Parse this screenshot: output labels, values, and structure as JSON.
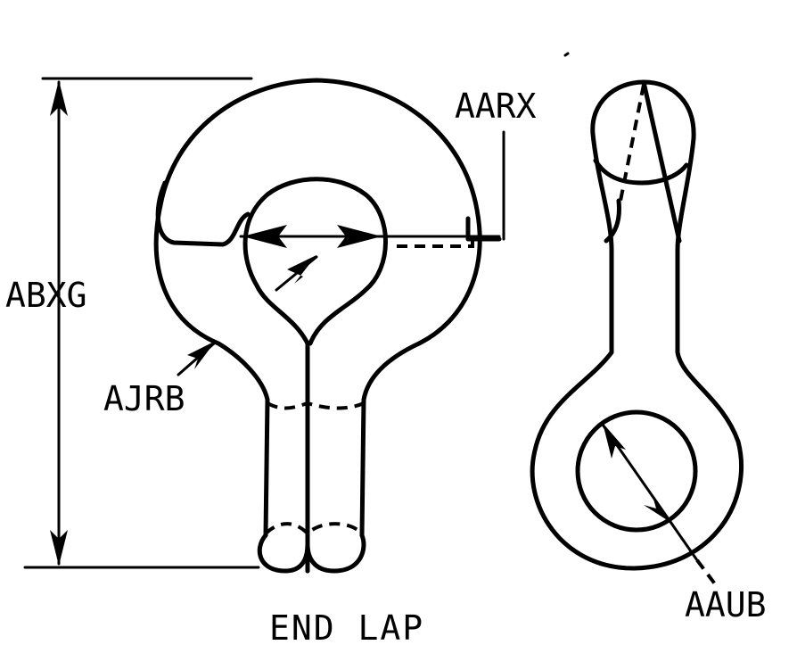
{
  "labels": {
    "overall_length": "ABXG",
    "body_edge": "AJRB",
    "slot_width": "AARX",
    "hole_diameter": "AAUB"
  },
  "caption": "END LAP",
  "colors": {
    "ink": "#000000",
    "background": "#ffffff"
  }
}
